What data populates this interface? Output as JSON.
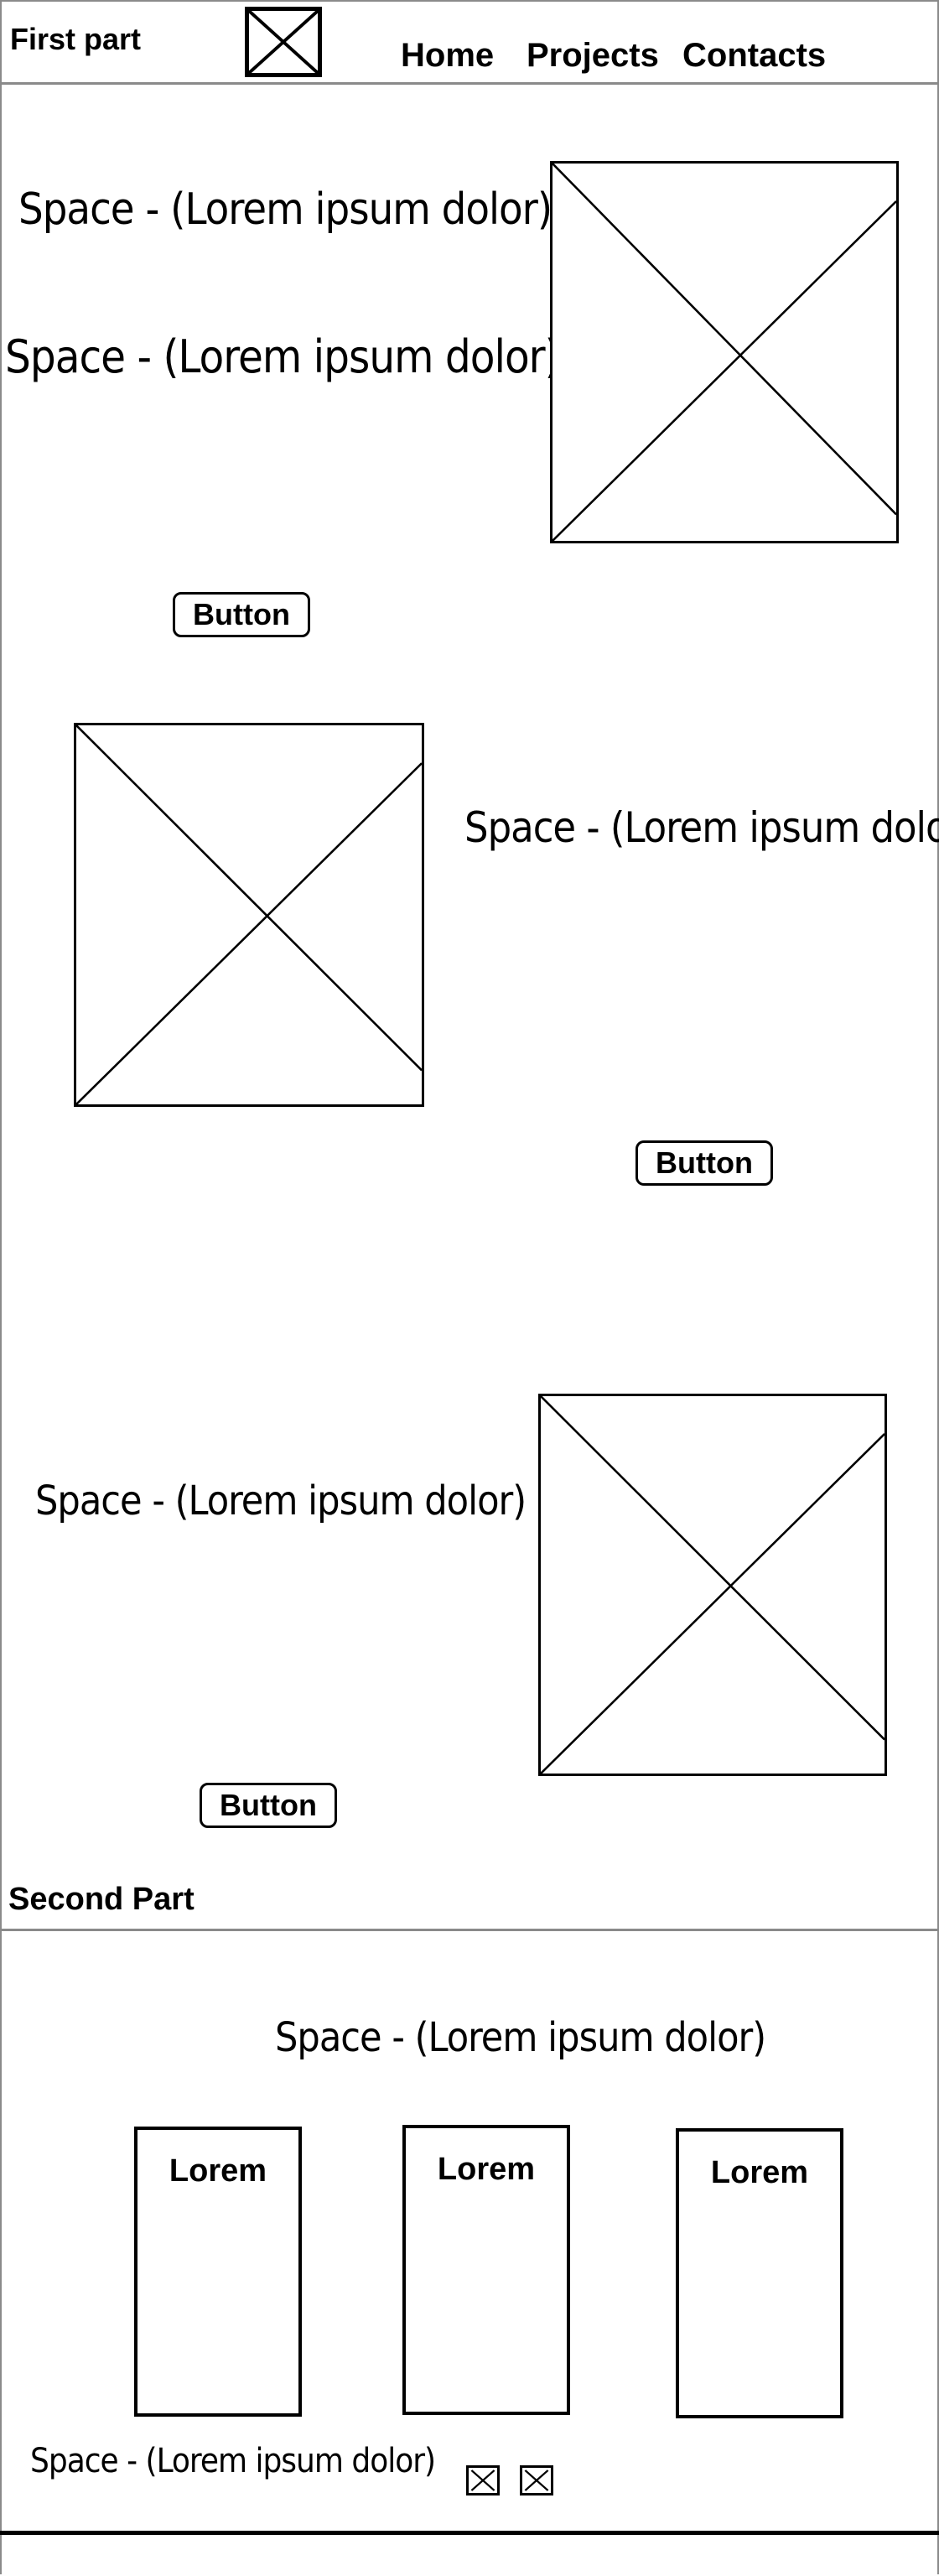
{
  "header": {
    "section_label": "First part",
    "logo_icon": "image-placeholder-icon",
    "nav": [
      "Home",
      "Projects",
      "Contacts"
    ]
  },
  "first_part": {
    "block1": {
      "lines": [
        "Space - (Lorem ipsum dolor)",
        "Space - (Lorem ipsum dolor)"
      ],
      "button": "Button"
    },
    "block2": {
      "text": "Space - (Lorem ipsum dolor)",
      "button": "Button"
    },
    "block3": {
      "text": "Space - (Lorem ipsum dolor)",
      "button": "Button"
    }
  },
  "second_part": {
    "section_label": "Second Part",
    "heading": "Space - (Lorem ipsum dolor)",
    "cards": [
      "Lorem",
      "Lorem",
      "Lorem"
    ],
    "footer_text": "Space - (Lorem ipsum dolor)",
    "icons": [
      "image-placeholder-icon",
      "image-placeholder-icon"
    ]
  }
}
